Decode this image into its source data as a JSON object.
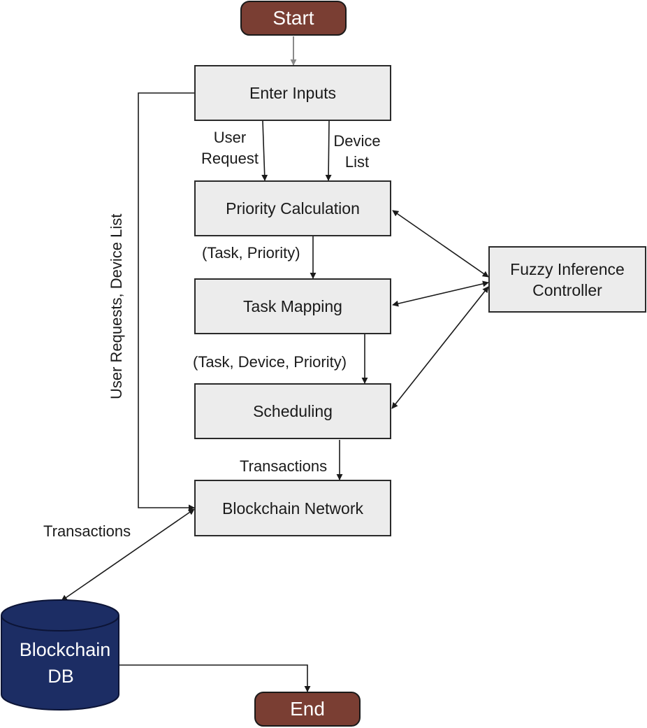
{
  "start_label": "Start",
  "end_label": "End",
  "boxes": {
    "enter_inputs": "Enter Inputs",
    "priority_calculation": "Priority Calculation",
    "task_mapping": "Task Mapping",
    "scheduling": "Scheduling",
    "blockchain_network": "Blockchain Network",
    "fuzzy_controller_line1": "Fuzzy Inference",
    "fuzzy_controller_line2": "Controller"
  },
  "edge_labels": {
    "user_request_line1": "User",
    "user_request_line2": "Request",
    "device_list_line1": "Device",
    "device_list_line2": "List",
    "task_priority": "(Task, Priority)",
    "task_device_priority": "(Task, Device, Priority)",
    "transactions_scheduling": "Transactions",
    "transactions_db": "Transactions",
    "user_requests_device_list": "User Requests, Device List"
  },
  "database": {
    "line1": "Blockchain",
    "line2": "DB",
    "color": "#1c2d64"
  },
  "colors": {
    "terminal": "#7a3e33",
    "box_fill": "#ececec",
    "start_arrow": "#8a8a8a"
  }
}
